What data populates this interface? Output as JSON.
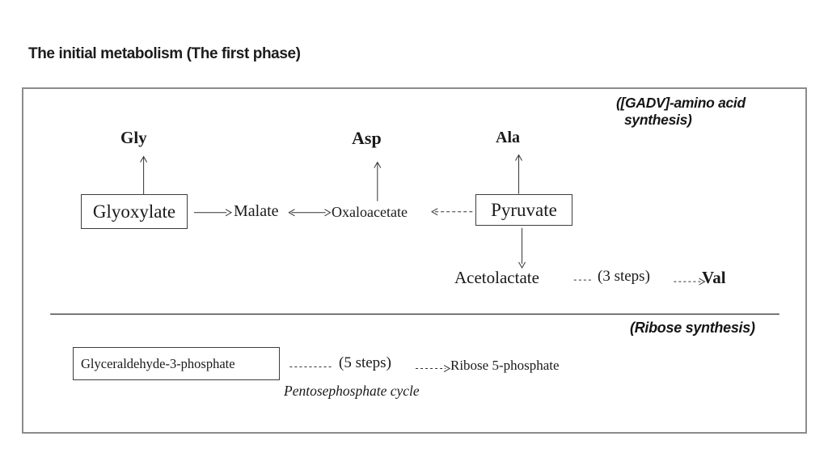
{
  "page": {
    "title": "The initial metabolism (The first phase)"
  },
  "upper_section": {
    "heading_line1": "([GADV]-amino acid",
    "heading_line2": "synthesis)",
    "nodes": {
      "gly": "Gly",
      "asp": "Asp",
      "ala": "Ala",
      "glyoxylate": "Glyoxylate",
      "malate": "Malate",
      "oxaloacetate": "Oxaloacetate",
      "pyruvate": "Pyruvate",
      "acetolactate": "Acetolactate",
      "steps3": "(3 steps)",
      "val": "Val"
    }
  },
  "lower_section": {
    "heading": "(Ribose synthesis)",
    "nodes": {
      "glyceraldehyde": "Glyceraldehyde-3-phosphate",
      "steps5": "(5 steps)",
      "ribose5p": "Ribose 5-phosphate",
      "pentose_cycle": "Pentosephosphate cycle"
    }
  },
  "colors": {
    "text": "#1a1a1a",
    "outer_border": "#8c8c8c",
    "node_border": "#3d3d3d",
    "arrow": "#333333"
  }
}
